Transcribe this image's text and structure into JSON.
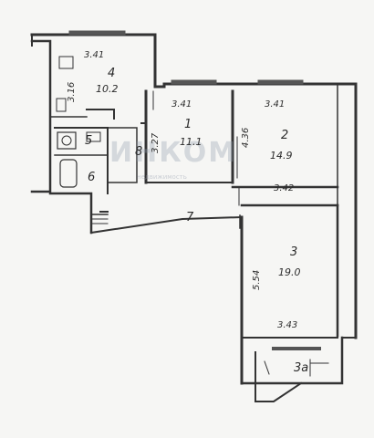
{
  "watermark": {
    "logo": "ИНКОМ",
    "sub": "недвижимость"
  },
  "rooms": [
    {
      "id": "4",
      "area": "10.2",
      "width": "3.41",
      "depth": "3.16"
    },
    {
      "id": "1",
      "area": "11.1",
      "width": "3.41",
      "depth": "3.27"
    },
    {
      "id": "2",
      "area": "14.9",
      "width": "3.41",
      "depth": "4.36",
      "lower": "3.42"
    },
    {
      "id": "3",
      "area": "19.0",
      "depth": "5.54",
      "lower": "3.43"
    }
  ],
  "service": {
    "bath": "5",
    "wc": "6",
    "closet": "8",
    "hall": "7",
    "balcony": "3а"
  }
}
